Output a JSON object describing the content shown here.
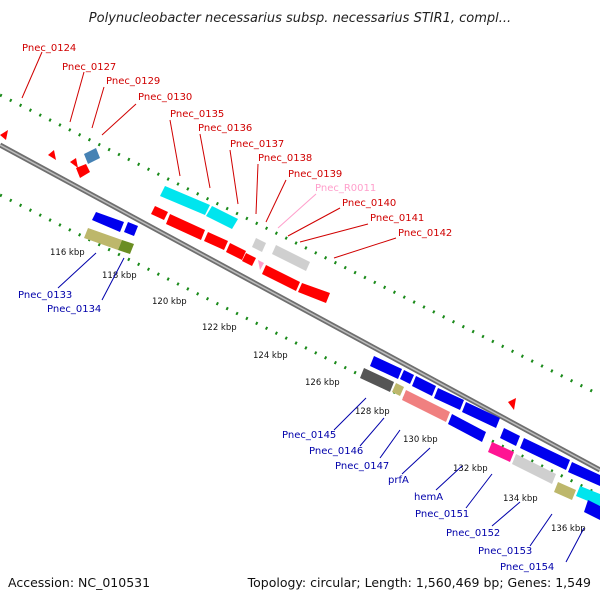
{
  "title": "Polynucleobacter necessarius subsp. necessarius STIR1, compl...",
  "footer": {
    "accession": "Accession: NC_010531",
    "topology": "Topology: circular; Length: 1,560,469 bp; Genes: 1,549"
  },
  "colors": {
    "forward_label": "#d00000",
    "reverse_label": "#0000aa",
    "rna_label": "#ff9ecb",
    "backbone": "#8a8a8a",
    "tick_dots": "#1a8a1a"
  },
  "ticks": [
    "116 kbp",
    "118 kbp",
    "120 kbp",
    "122 kbp",
    "124 kbp",
    "126 kbp",
    "128 kbp",
    "130 kbp",
    "132 kbp",
    "134 kbp",
    "136 kbp"
  ],
  "labels_top": [
    {
      "text": "Pnec_0124",
      "kind": "forward"
    },
    {
      "text": "Pnec_0127",
      "kind": "forward"
    },
    {
      "text": "Pnec_0129",
      "kind": "forward"
    },
    {
      "text": "Pnec_0130",
      "kind": "forward"
    },
    {
      "text": "Pnec_0135",
      "kind": "forward"
    },
    {
      "text": "Pnec_0136",
      "kind": "forward"
    },
    {
      "text": "Pnec_0137",
      "kind": "forward"
    },
    {
      "text": "Pnec_0138",
      "kind": "forward"
    },
    {
      "text": "Pnec_0139",
      "kind": "forward"
    },
    {
      "text": "Pnec_R0011",
      "kind": "rna"
    },
    {
      "text": "Pnec_0140",
      "kind": "forward"
    },
    {
      "text": "Pnec_0141",
      "kind": "forward"
    },
    {
      "text": "Pnec_0142",
      "kind": "forward"
    }
  ],
  "labels_bottom": [
    {
      "text": "Pnec_0133",
      "kind": "reverse"
    },
    {
      "text": "Pnec_0134",
      "kind": "reverse"
    },
    {
      "text": "Pnec_0145",
      "kind": "reverse"
    },
    {
      "text": "Pnec_0146",
      "kind": "reverse"
    },
    {
      "text": "Pnec_0147",
      "kind": "reverse"
    },
    {
      "text": "prfA",
      "kind": "reverse"
    },
    {
      "text": "hemA",
      "kind": "reverse"
    },
    {
      "text": "Pnec_0151",
      "kind": "reverse"
    },
    {
      "text": "Pnec_0152",
      "kind": "reverse"
    },
    {
      "text": "Pnec_0153",
      "kind": "reverse"
    },
    {
      "text": "Pnec_0154",
      "kind": "reverse"
    }
  ]
}
